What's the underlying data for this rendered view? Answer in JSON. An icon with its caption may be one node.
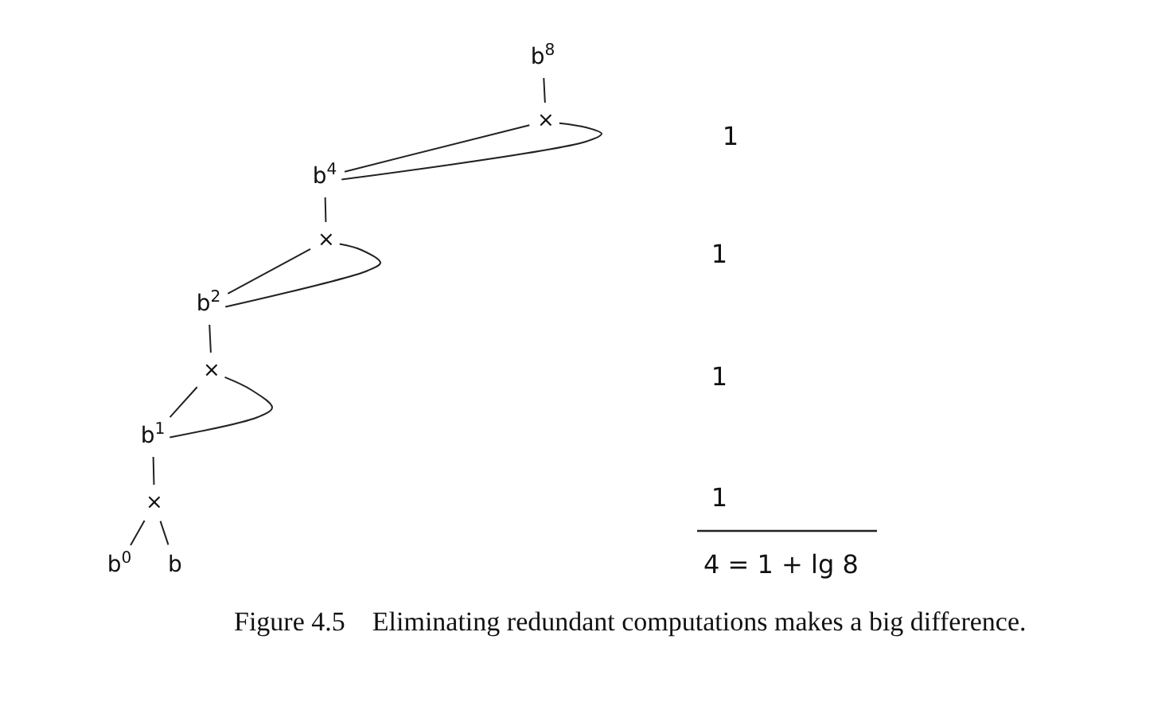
{
  "diagram": {
    "caption": "Figure 4.5    Eliminating redundant computations makes a big difference.",
    "nodes": [
      {
        "text": [
          "b$^{8}$"
        ]
      },
      {
        "text": [
          "×"
        ]
      },
      {
        "text": [
          "b$^{4}$"
        ]
      },
      {
        "text": [
          "×"
        ]
      },
      {
        "text": [
          "b$^{2}$"
        ]
      },
      {
        "text": [
          "×"
        ]
      },
      {
        "text": [
          "b$^{1}$"
        ]
      },
      {
        "text": [
          "×"
        ]
      },
      {
        "text": [
          "b$^{0}$"
        ]
      },
      {
        "text": [
          "b"
        ]
      }
    ],
    "edges": [
      {
        "from": 0,
        "to": 1,
        "arrow": "none"
      },
      {
        "from": 1,
        "to": 2,
        "arrow": "none"
      },
      {
        "from": 1,
        "to": 2,
        "arrow": "none"
      },
      {
        "from": 2,
        "to": 3,
        "arrow": "none"
      },
      {
        "from": 3,
        "to": 4,
        "arrow": "none"
      },
      {
        "from": 3,
        "to": 4,
        "arrow": "none"
      },
      {
        "from": 4,
        "to": 5,
        "arrow": "none"
      },
      {
        "from": 5,
        "to": 6,
        "arrow": "none"
      },
      {
        "from": 5,
        "to": 6,
        "arrow": "none"
      },
      {
        "from": 6,
        "to": 7,
        "arrow": "none"
      },
      {
        "from": 7,
        "to": 8,
        "arrow": "none"
      },
      {
        "from": 7,
        "to": 9,
        "arrow": "none"
      }
    ],
    "labels": [
      "1",
      "1",
      "1",
      "1",
      "4 = 1 + lg 8"
    ]
  }
}
